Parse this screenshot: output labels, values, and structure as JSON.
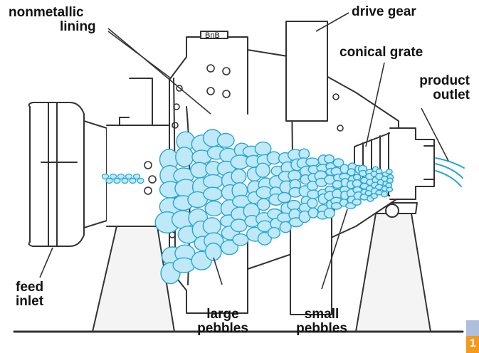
{
  "labels": {
    "nonmetallic": [
      "nonmetallic",
      "lining"
    ],
    "drive_gear": "drive gear",
    "conical_grate": "conical grate",
    "product_outlet": [
      "product",
      "outlet"
    ],
    "feed_inlet": [
      "feed",
      "inlet"
    ],
    "large_pebbles": [
      "large",
      "pebbles"
    ],
    "small_pebbles": [
      "small",
      "pebbles"
    ],
    "plate_mark": "BnB"
  },
  "corner_badge": "1",
  "colors": {
    "line": "#333333",
    "pebble_fill": "#bfe9f6",
    "pebble_stroke": "#27a6d8",
    "concrete": "#f4f4f4",
    "badge_top": "#aebfdc",
    "badge_bottom": "#f39a1e"
  }
}
